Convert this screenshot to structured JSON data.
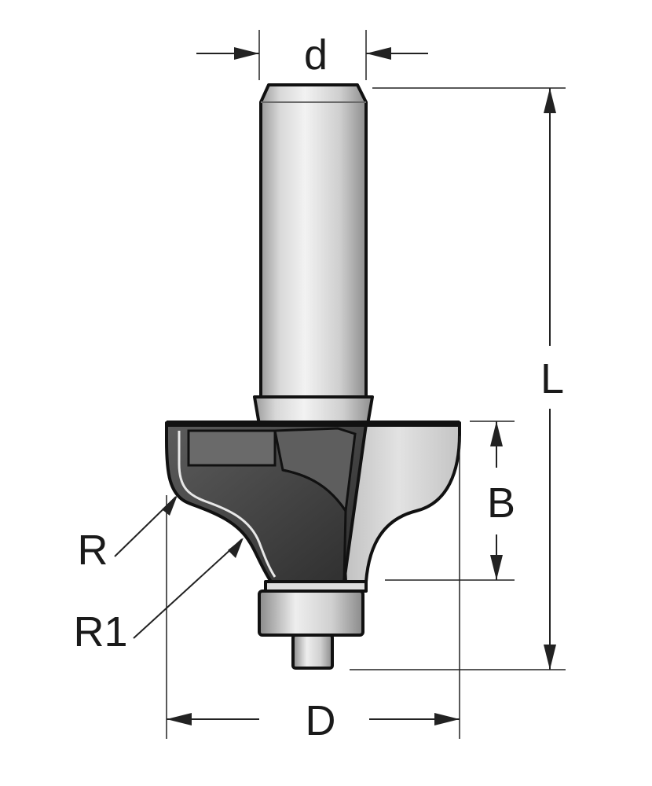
{
  "diagram": {
    "labels": {
      "shank_diameter": "d",
      "total_length": "L",
      "cutting_height": "B",
      "cutter_diameter": "D",
      "radius": "R",
      "radius_1": "R1"
    },
    "colors": {
      "shank_light": "#eeeeee",
      "shank_mid": "#c9c9c9",
      "shank_dark": "#8a8a8a",
      "carbide_dark": "#3c3c3c",
      "carbide_mid": "#5a5a5a",
      "body_light": "#d6d6d6",
      "outline": "#111111",
      "dimension": "#222222"
    }
  }
}
